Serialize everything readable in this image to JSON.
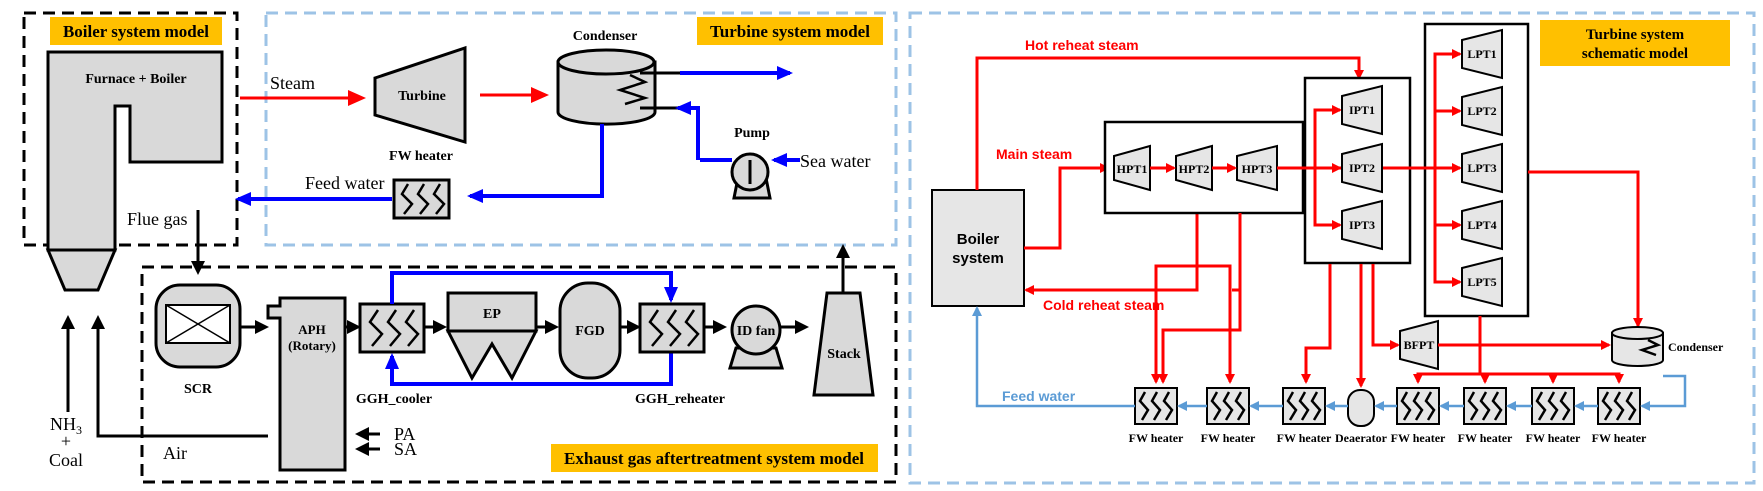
{
  "left": {
    "boiler_title": "Boiler system model",
    "turbine_title": "Turbine system model",
    "exhaust_title": "Exhaust gas aftertreatment system model",
    "furnace_label": "Furnace + Boiler",
    "steam_label": "Steam",
    "turbine_label": "Turbine",
    "condenser_label": "Condenser",
    "pump_label": "Pump",
    "sea_water_label": "Sea water",
    "fw_heater_label": "FW heater",
    "feed_water_label": "Feed water",
    "flue_gas_label": "Flue gas",
    "scr_label": "SCR",
    "aph_label_1": "APH",
    "aph_label_2": "(Rotary)",
    "ep_label": "EP",
    "fgd_label": "FGD",
    "id_fan_label": "ID fan",
    "stack_label": "Stack",
    "ggh_cooler_label": "GGH_cooler",
    "ggh_reheater_label": "GGH_reheater",
    "pa_label": "PA",
    "sa_label": "SA",
    "air_label": "Air",
    "nh3_main": "NH",
    "nh3_sub": "3",
    "plus_label": "+",
    "coal_label": "Coal"
  },
  "right": {
    "title_line1": "Turbine system",
    "title_line2": "schematic model",
    "hot_reheat": "Hot reheat steam",
    "main_steam": "Main steam",
    "cold_reheat": "Cold reheat steam",
    "feed_water": "Feed water",
    "boiler_line1": "Boiler",
    "boiler_line2": "system",
    "hpt": [
      "HPT1",
      "HPT2",
      "HPT3"
    ],
    "ipt": [
      "IPT1",
      "IPT2",
      "IPT3"
    ],
    "lpt": [
      "LPT1",
      "LPT2",
      "LPT3",
      "LPT4",
      "LPT5"
    ],
    "bfpt": "BFPT",
    "condenser": "Condenser",
    "heaters": [
      "FW heater",
      "FW heater",
      "FW heater",
      "Deaerator",
      "FW heater",
      "FW heater",
      "FW heater",
      "FW heater"
    ]
  },
  "colors": {
    "title_bg": "#ffc000",
    "steam_red": "#ff0000",
    "water_blue": "#0000ff",
    "feed_water_light_blue": "#5b9bd5",
    "dashed_light_blue": "#9dc3e6"
  }
}
